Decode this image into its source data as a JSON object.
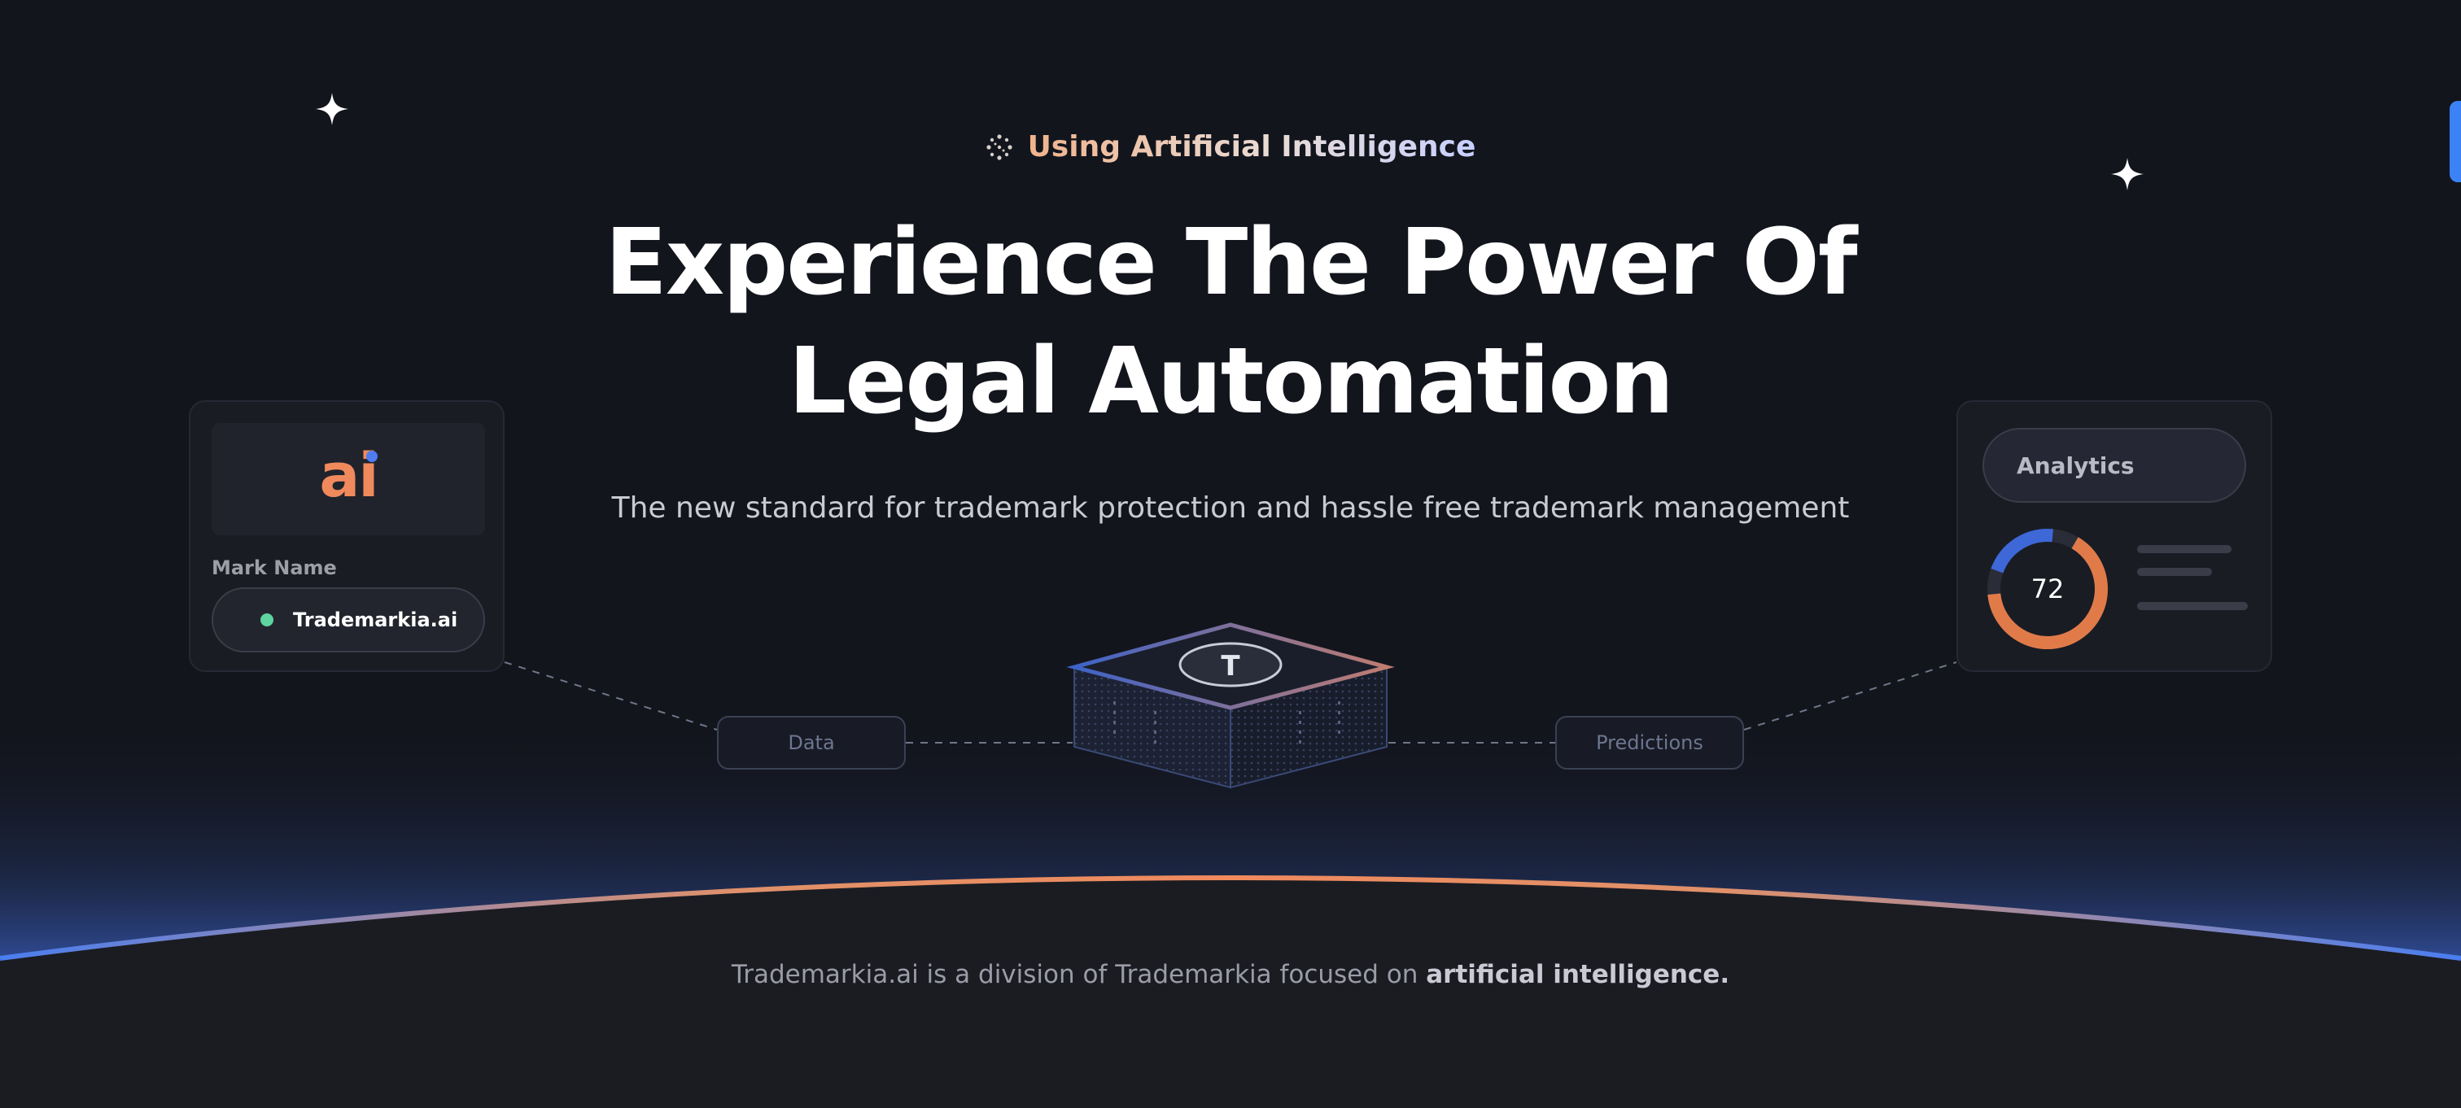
{
  "hero": {
    "eyebrow": "Using Artificial Intelligence",
    "headline_line1": "Experience The Power Of",
    "headline_line2": "Legal Automation",
    "subtitle": "The new standard for trademark protection and hassle free trademark management"
  },
  "mark_card": {
    "logo_text": "ai",
    "field_label": "Mark Name",
    "mark_value": "Trademarkia.ai",
    "status_color": "#5fd3a0",
    "logo_color": "#f08a5d"
  },
  "analytics_card": {
    "label": "Analytics",
    "score": "72",
    "score_fraction": 0.72,
    "colors": {
      "primary": "#3e68d8",
      "secondary": "#e07b49"
    }
  },
  "pipeline": {
    "input_label": "Data",
    "output_label": "Predictions",
    "hub_letter": "T"
  },
  "footer": {
    "text_prefix": "Trademarkia.ai is a division of Trademarkia focused on ",
    "text_bold": "artificial intelligence."
  },
  "theme": {
    "background": "#13151d",
    "accent_blue": "#3b82f6",
    "accent_orange": "#f08a5d"
  },
  "icons": [
    "sparkle-icon",
    "ai-sparkle-icon",
    "trademark-t-icon"
  ]
}
